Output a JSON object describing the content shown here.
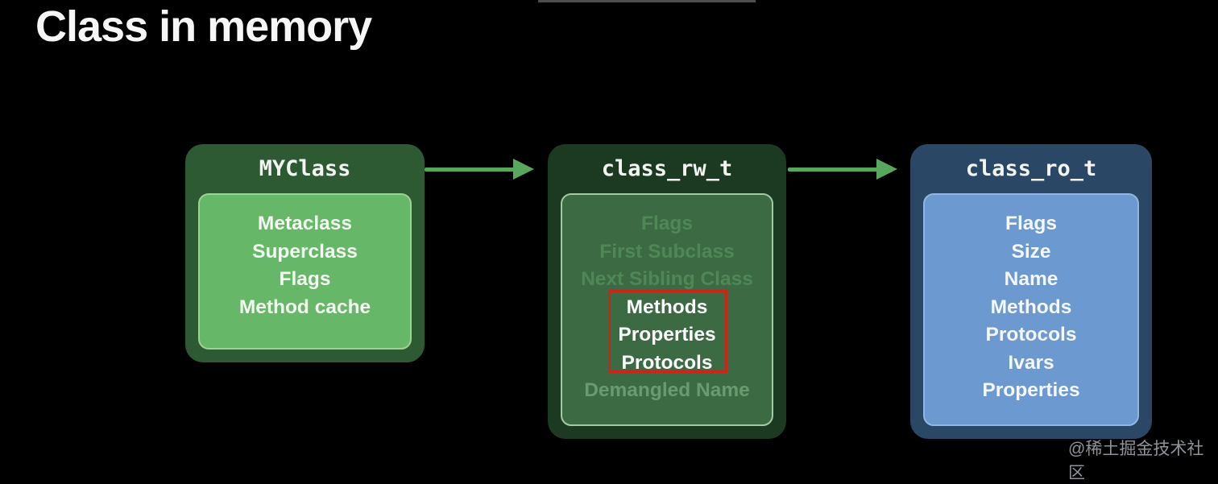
{
  "page": {
    "title": "Class in memory",
    "background_color": "#000000",
    "title_color": "#f6f6f6"
  },
  "top_line": {
    "color": "#4d4d4d"
  },
  "watermark": {
    "text": "@稀土掘金技术社区",
    "color": "#8e939a"
  },
  "colors": {
    "arrow_green": "#57a85c",
    "red_highlight_border": "#cf2318",
    "box1_outer": "#2d5a32",
    "box1_inner": "#67b768",
    "box2_outer": "#1c3a21",
    "box2_inner": "#3c6b43",
    "box3_outer": "#2a4765",
    "box3_inner": "#6c99cf"
  },
  "diagram": {
    "boxes": [
      {
        "id": "myclass",
        "title": "MYClass",
        "rows": [
          {
            "label": "Metaclass",
            "state": "normal"
          },
          {
            "label": "Superclass",
            "state": "normal"
          },
          {
            "label": "Flags",
            "state": "normal"
          },
          {
            "label": "Method cache",
            "state": "normal"
          }
        ]
      },
      {
        "id": "class_rw_t",
        "title": "class_rw_t",
        "has_red_highlight": true,
        "rows": [
          {
            "label": "Flags",
            "state": "dimmed"
          },
          {
            "label": "First Subclass",
            "state": "dimmed"
          },
          {
            "label": "Next Sibling Class",
            "state": "dimmed"
          },
          {
            "label": "Methods",
            "state": "highlighted"
          },
          {
            "label": "Properties",
            "state": "highlighted"
          },
          {
            "label": "Protocols",
            "state": "highlighted"
          },
          {
            "label": "Demangled Name",
            "state": "dimmed-light"
          }
        ]
      },
      {
        "id": "class_ro_t",
        "title": "class_ro_t",
        "rows": [
          {
            "label": "Flags",
            "state": "normal"
          },
          {
            "label": "Size",
            "state": "normal"
          },
          {
            "label": "Name",
            "state": "normal"
          },
          {
            "label": "Methods",
            "state": "normal"
          },
          {
            "label": "Protocols",
            "state": "normal"
          },
          {
            "label": "Ivars",
            "state": "normal"
          },
          {
            "label": "Properties",
            "state": "normal"
          }
        ]
      }
    ],
    "arrows": [
      {
        "from": "MYClass",
        "to": "class_rw_t"
      },
      {
        "from": "class_rw_t",
        "to": "class_ro_t"
      }
    ]
  }
}
